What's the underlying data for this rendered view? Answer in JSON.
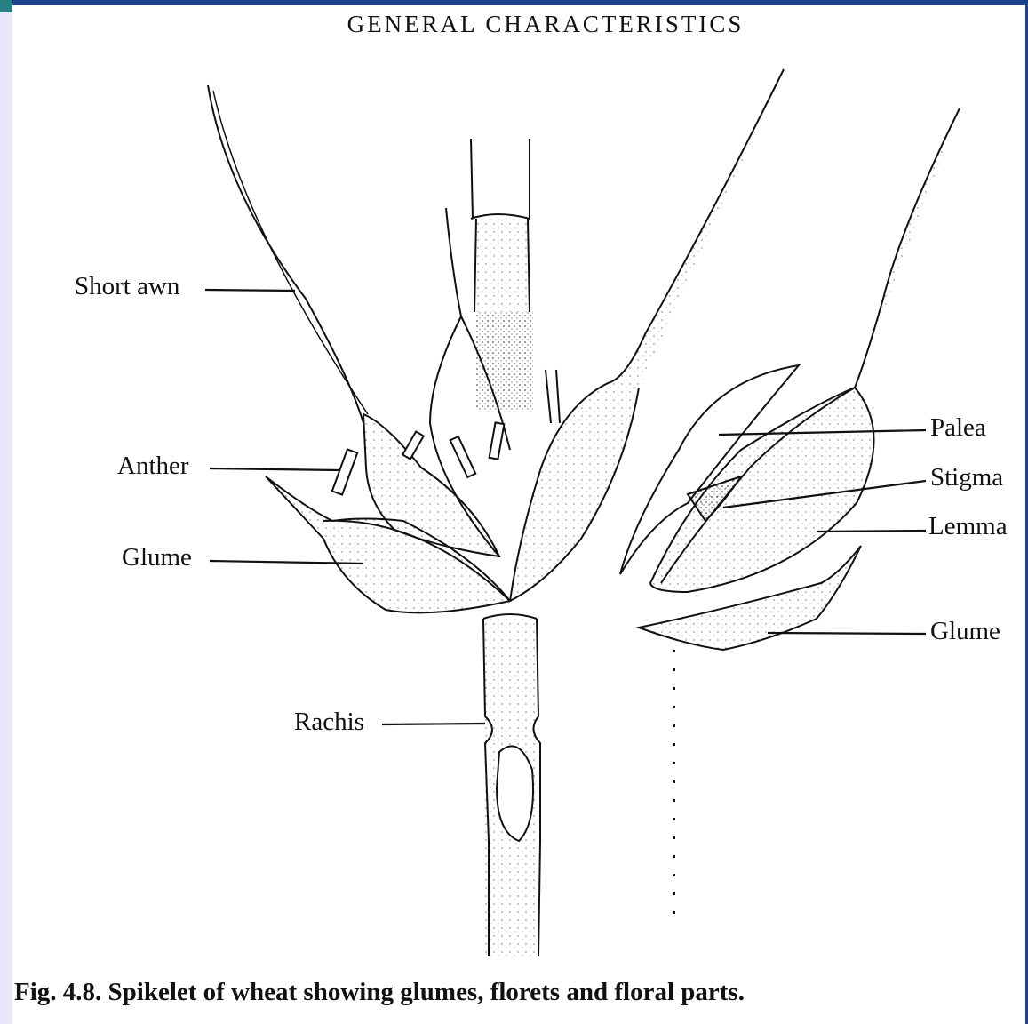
{
  "header": "GENERAL CHARACTERISTICS",
  "labels": {
    "short_awn": "Short awn",
    "anther": "Anther",
    "glume_left": "Glume",
    "rachis": "Rachis",
    "palea": "Palea",
    "stigma": "Stigma",
    "lemma": "Lemma",
    "glume_right": "Glume"
  },
  "caption": "Fig. 4.8. Spikelet of wheat showing glumes, florets and floral parts.",
  "colors": {
    "frame": "#1f3f8f",
    "accent": "#2a7f86",
    "background": "#e8e6fb"
  }
}
